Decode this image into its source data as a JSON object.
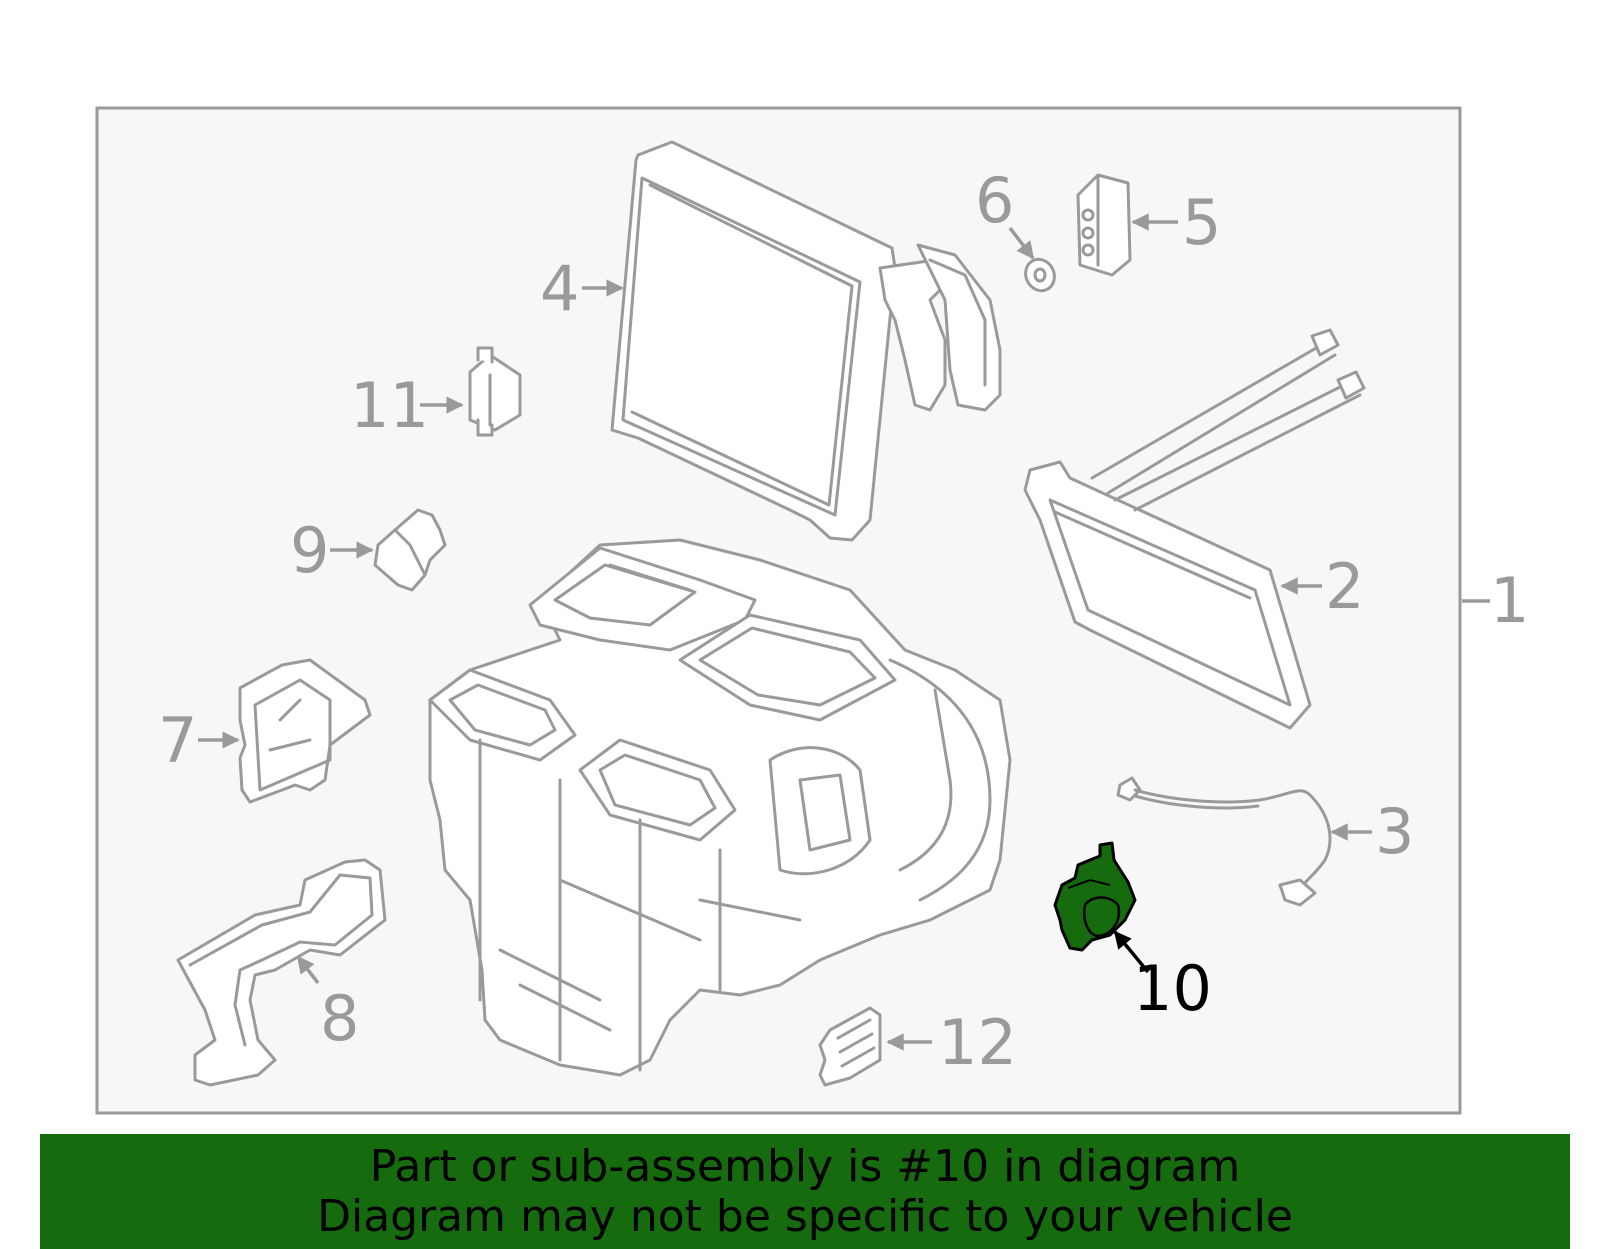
{
  "diagram": {
    "highlighted_part": "10",
    "labels": [
      {
        "id": "1",
        "text": "1"
      },
      {
        "id": "2",
        "text": "2"
      },
      {
        "id": "3",
        "text": "3"
      },
      {
        "id": "4",
        "text": "4"
      },
      {
        "id": "5",
        "text": "5"
      },
      {
        "id": "6",
        "text": "6"
      },
      {
        "id": "7",
        "text": "7"
      },
      {
        "id": "8",
        "text": "8"
      },
      {
        "id": "9",
        "text": "9"
      },
      {
        "id": "10",
        "text": "10"
      },
      {
        "id": "11",
        "text": "11"
      },
      {
        "id": "12",
        "text": "12"
      }
    ],
    "colors": {
      "panel_bg": "#f7f7f7",
      "line_gray": "#9a9a9a",
      "highlight_green": "#156b0d",
      "banner_green": "#156b0d"
    }
  },
  "banner": {
    "line1": "Part or sub-assembly is #10 in diagram",
    "line2": "Diagram may not be specific to your vehicle"
  }
}
